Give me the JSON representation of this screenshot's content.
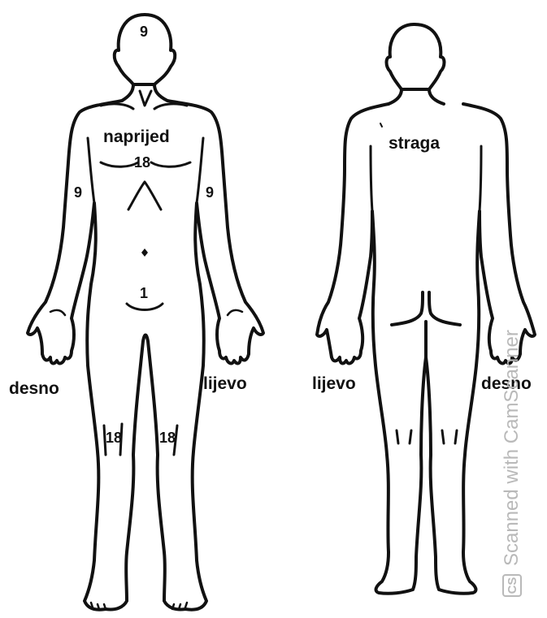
{
  "front": {
    "view_label": "naprijed",
    "head_number": "9",
    "chest_number": "18",
    "right_arm_number": "9",
    "left_arm_number": "9",
    "genital_number": "1",
    "right_leg_number": "18",
    "left_leg_number": "18",
    "right_side_label": "desno",
    "left_side_label": "lijevo"
  },
  "back": {
    "view_label": "straga",
    "left_side_label": "lijevo",
    "right_side_label": "desno"
  },
  "watermark": {
    "logo_text": "CS",
    "text": "Scanned with CamScanner"
  },
  "colors": {
    "ink": "#111111",
    "watermark": "#b9b9b9",
    "background": "#ffffff"
  }
}
